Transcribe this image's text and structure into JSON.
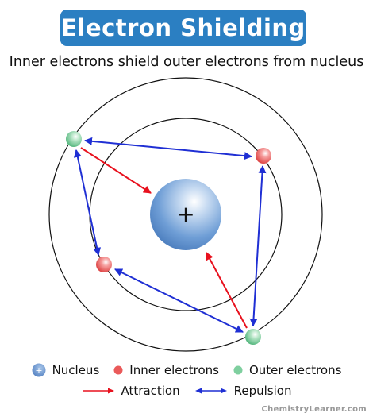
{
  "title": "Electron Shielding",
  "subtitle": "Inner electrons shield outer electrons from nucleus",
  "nucleus": {
    "symbol": "+"
  },
  "legend": {
    "nucleus_label": "Nucleus",
    "inner_label": "Inner electrons",
    "outer_label": "Outer electrons",
    "attraction_label": "Attraction",
    "repulsion_label": "Repulsion"
  },
  "colors": {
    "title_bg": "#2b7fc2",
    "nucleus": "#5b8cc8",
    "inner_electron": "#e04a4a",
    "outer_electron": "#5fbf8a",
    "attraction_arrow": "#e8111e",
    "repulsion_arrow": "#1f2fd4"
  },
  "watermark": "ChemistryLearner.com"
}
